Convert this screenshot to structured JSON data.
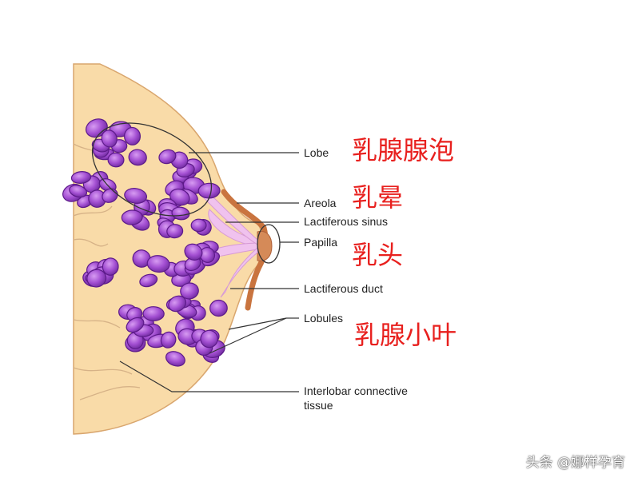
{
  "labels": {
    "lobe": "Lobe",
    "areola": "Areola",
    "lactiferous_sinus": "Lactiferous sinus",
    "papilla": "Papilla",
    "lactiferous_duct": "Lactiferous duct",
    "lobules": "Lobules",
    "interlobar_line1": "Interlobar connective",
    "interlobar_line2": "tissue"
  },
  "chinese_labels": {
    "lobe": "乳腺腺泡",
    "areola": "乳晕",
    "papilla": "乳头",
    "lobules": "乳腺小叶"
  },
  "watermark": "头条 @娜样孕育",
  "colors": {
    "tissue": "#f9dba8",
    "tissue_edge": "#d9a66e",
    "lobule": "#a34fd2",
    "lobule_dark": "#5d1a8a",
    "duct": "#f0c2ee",
    "areola": "#c9743f",
    "chinese_label": "#e8201e"
  }
}
